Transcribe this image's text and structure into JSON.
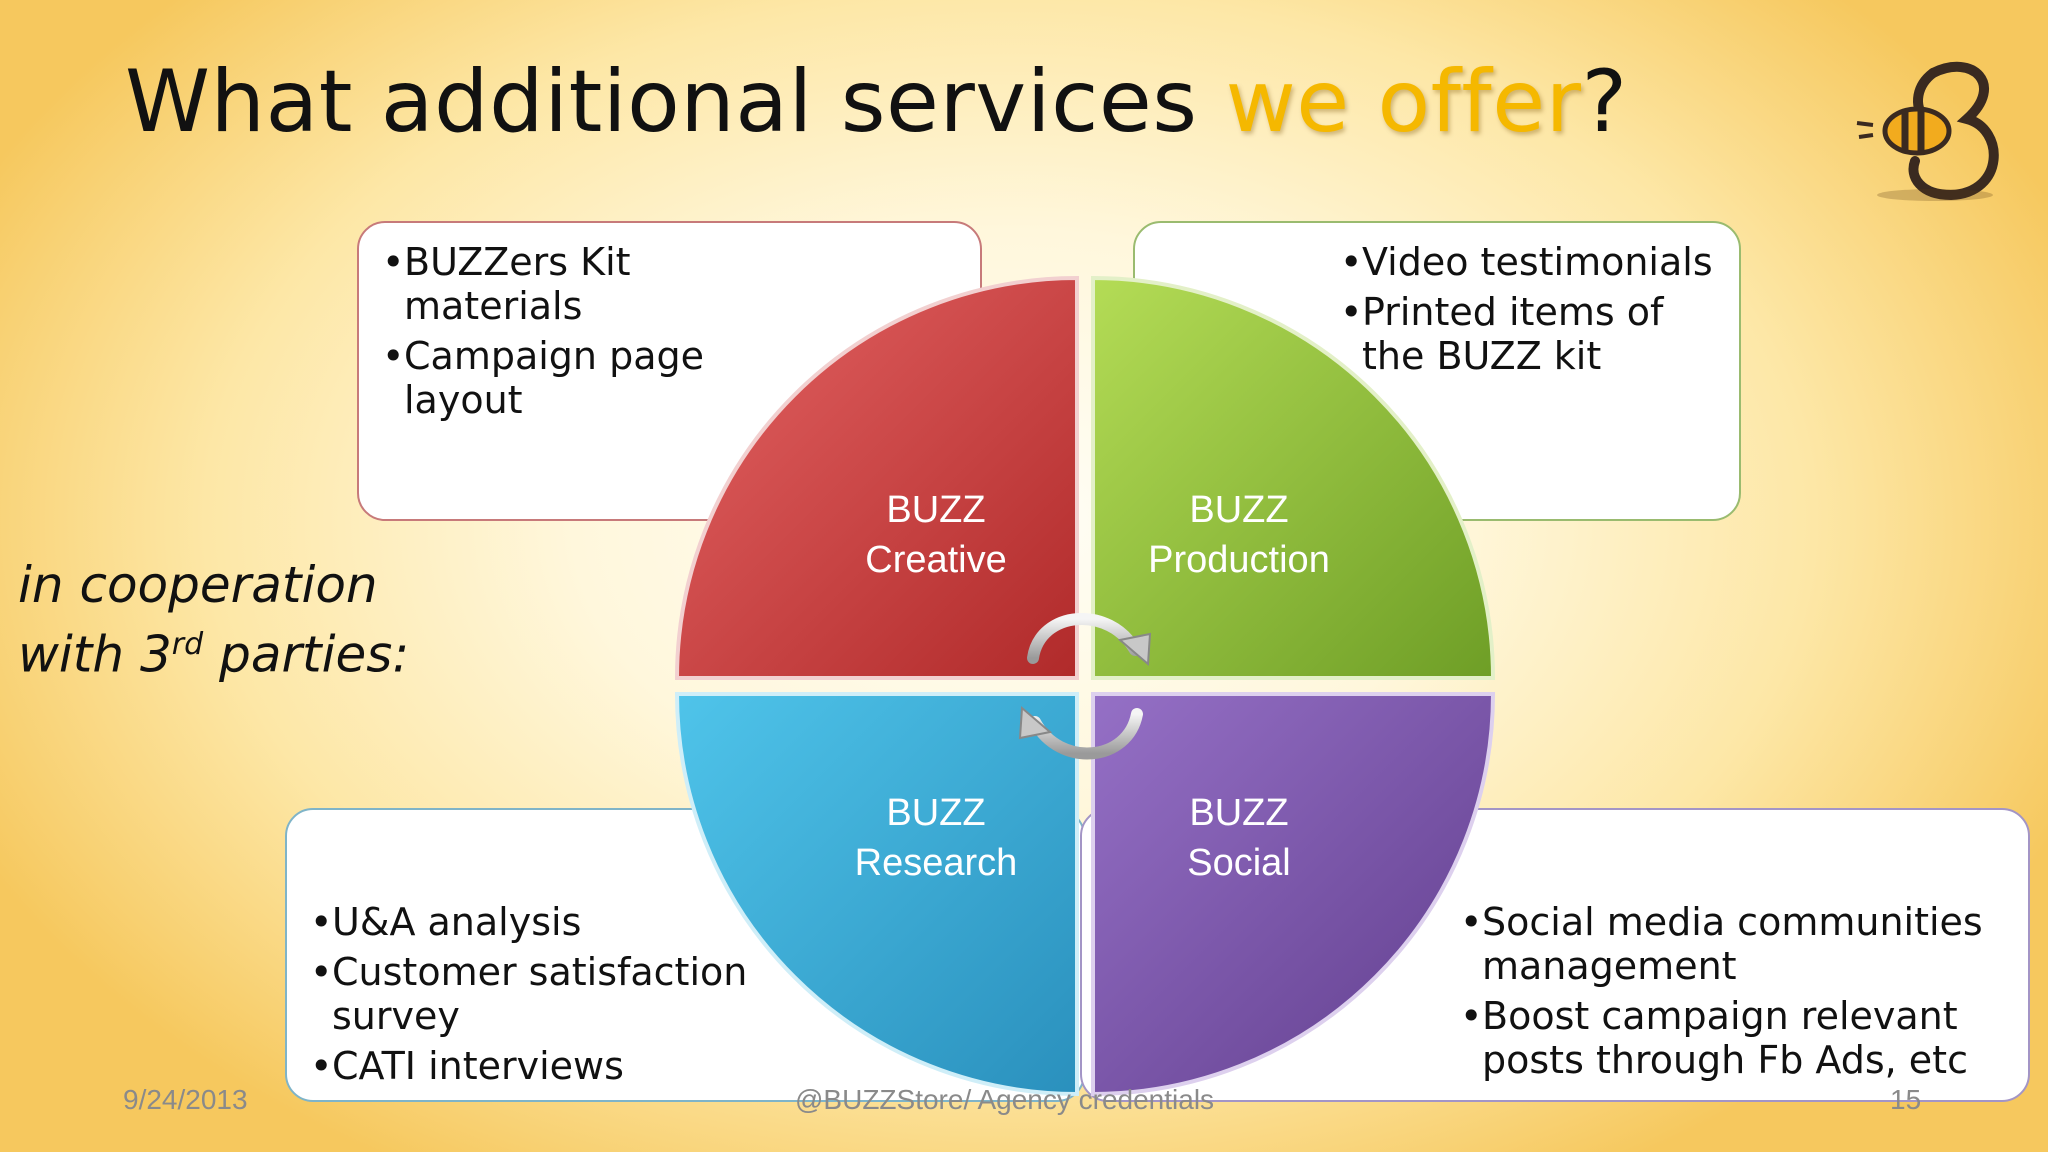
{
  "slide": {
    "title_part1": "What additional services ",
    "title_highlight": "we offer",
    "title_part2": "?",
    "highlight_color": "#f5b800",
    "logo_icon": "bee-logo-icon",
    "cooperation_part1": "in cooperation",
    "cooperation_part2": "with 3",
    "cooperation_sup": "rd",
    "cooperation_part3": " parties:"
  },
  "quadrants": {
    "creative": {
      "line1": "BUZZ",
      "line2": "Creative",
      "color": "#cc3a3a",
      "bullets": [
        "BUZZers Kit materials",
        "Campaign page layout"
      ]
    },
    "production": {
      "line1": "BUZZ",
      "line2": "Production",
      "color": "#8cbd3c",
      "bullets": [
        "Video testimonials",
        "Printed items of the BUZZ kit"
      ]
    },
    "research": {
      "line1": "BUZZ",
      "line2": "Research",
      "color": "#3bb3d8",
      "bullets": [
        "U&A analysis",
        "Customer satisfaction survey",
        "CATI  interviews"
      ]
    },
    "social": {
      "line1": "BUZZ",
      "line2": "Social",
      "color": "#7b52a8",
      "bullets": [
        "Social media communities management",
        "Boost campaign relevant posts through Fb Ads, etc"
      ]
    }
  },
  "footer": {
    "date": "9/24/2013",
    "center": "@BUZZStore/ Agency credentials",
    "page": "15"
  }
}
